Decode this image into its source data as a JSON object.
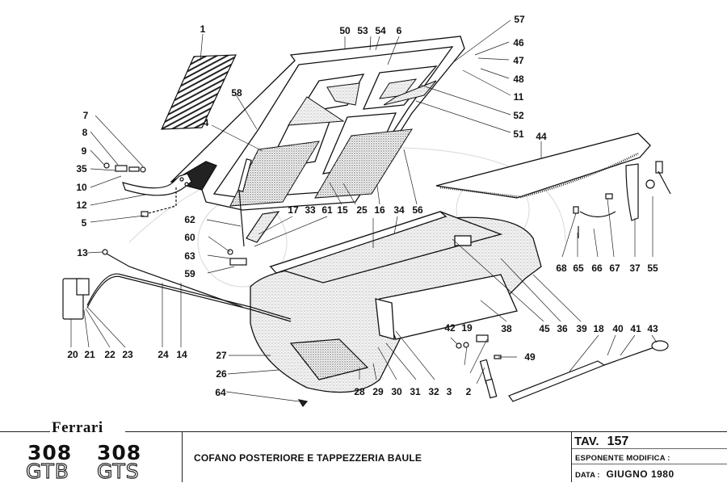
{
  "brand": "Ferrari",
  "models": [
    {
      "number": "308",
      "variant": "GTB"
    },
    {
      "number": "308",
      "variant": "GTS"
    }
  ],
  "document_title": "COFANO POSTERIORE E TAPPEZZERIA BAULE",
  "table": {
    "label": "TAV.",
    "number": "157"
  },
  "modification": {
    "label": "ESPONENTE  MODIFICA :",
    "value": ""
  },
  "date": {
    "label": "DATA :",
    "value": "GIUGNO  1980"
  },
  "part_callouts": [
    {
      "id": "1"
    },
    {
      "id": "50"
    },
    {
      "id": "53"
    },
    {
      "id": "54"
    },
    {
      "id": "6"
    },
    {
      "id": "57"
    },
    {
      "id": "46"
    },
    {
      "id": "47"
    },
    {
      "id": "48"
    },
    {
      "id": "11"
    },
    {
      "id": "52"
    },
    {
      "id": "51"
    },
    {
      "id": "58"
    },
    {
      "id": "4"
    },
    {
      "id": "7"
    },
    {
      "id": "8"
    },
    {
      "id": "9"
    },
    {
      "id": "35"
    },
    {
      "id": "10"
    },
    {
      "id": "12"
    },
    {
      "id": "5"
    },
    {
      "id": "44"
    },
    {
      "id": "17"
    },
    {
      "id": "33"
    },
    {
      "id": "61"
    },
    {
      "id": "15"
    },
    {
      "id": "25"
    },
    {
      "id": "16"
    },
    {
      "id": "34"
    },
    {
      "id": "56"
    },
    {
      "id": "62"
    },
    {
      "id": "60"
    },
    {
      "id": "63"
    },
    {
      "id": "59"
    },
    {
      "id": "13"
    },
    {
      "id": "68"
    },
    {
      "id": "65"
    },
    {
      "id": "66"
    },
    {
      "id": "67"
    },
    {
      "id": "37"
    },
    {
      "id": "55"
    },
    {
      "id": "38"
    },
    {
      "id": "45"
    },
    {
      "id": "36"
    },
    {
      "id": "39"
    },
    {
      "id": "18"
    },
    {
      "id": "40"
    },
    {
      "id": "41"
    },
    {
      "id": "43"
    },
    {
      "id": "42"
    },
    {
      "id": "19"
    },
    {
      "id": "49"
    },
    {
      "id": "3"
    },
    {
      "id": "2"
    },
    {
      "id": "20"
    },
    {
      "id": "21"
    },
    {
      "id": "22"
    },
    {
      "id": "23"
    },
    {
      "id": "24"
    },
    {
      "id": "14"
    },
    {
      "id": "27"
    },
    {
      "id": "26"
    },
    {
      "id": "64"
    },
    {
      "id": "28"
    },
    {
      "id": "29"
    },
    {
      "id": "30"
    },
    {
      "id": "31"
    },
    {
      "id": "32"
    }
  ]
}
